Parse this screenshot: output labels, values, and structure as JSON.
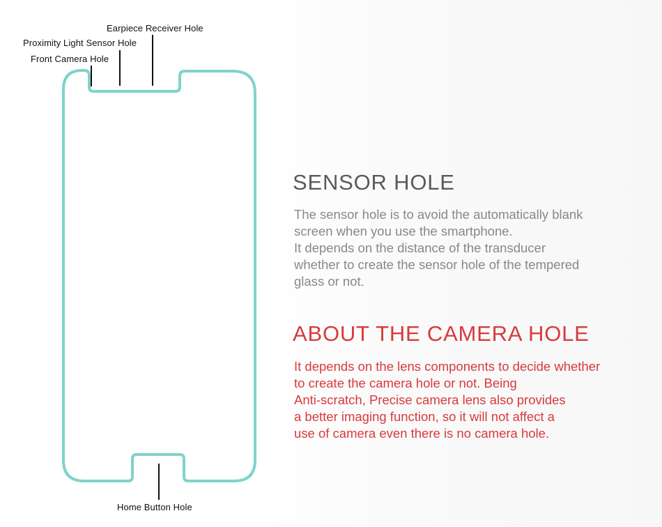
{
  "colors": {
    "outline": "#7fd3cc",
    "sensor_title": "#5a5a5a",
    "sensor_body": "#888888",
    "camera_accent": "#d83a3c",
    "callout_text": "#111111"
  },
  "callouts": {
    "earpiece": "Earpiece Receiver Hole",
    "proximity": "Proximity Light Sensor Hole",
    "front_camera": "Front Camera Hole",
    "home_button": "Home Button Hole"
  },
  "sensor_section": {
    "title": "SENSOR HOLE",
    "lines": [
      "The sensor hole is to avoid the automatically blank",
      "screen when you use the smartphone.",
      "It depends on the distance of the transducer",
      "whether to create the sensor hole of the tempered",
      "glass or not."
    ]
  },
  "camera_section": {
    "title": "ABOUT THE CAMERA HOLE",
    "lines": [
      "It depends on the lens components to decide whether",
      "to create the camera hole or not. Being",
      "Anti-scratch, Precise camera lens also provides",
      "a better imaging function, so it will not affect a",
      "use of camera even there is no camera hole."
    ]
  }
}
